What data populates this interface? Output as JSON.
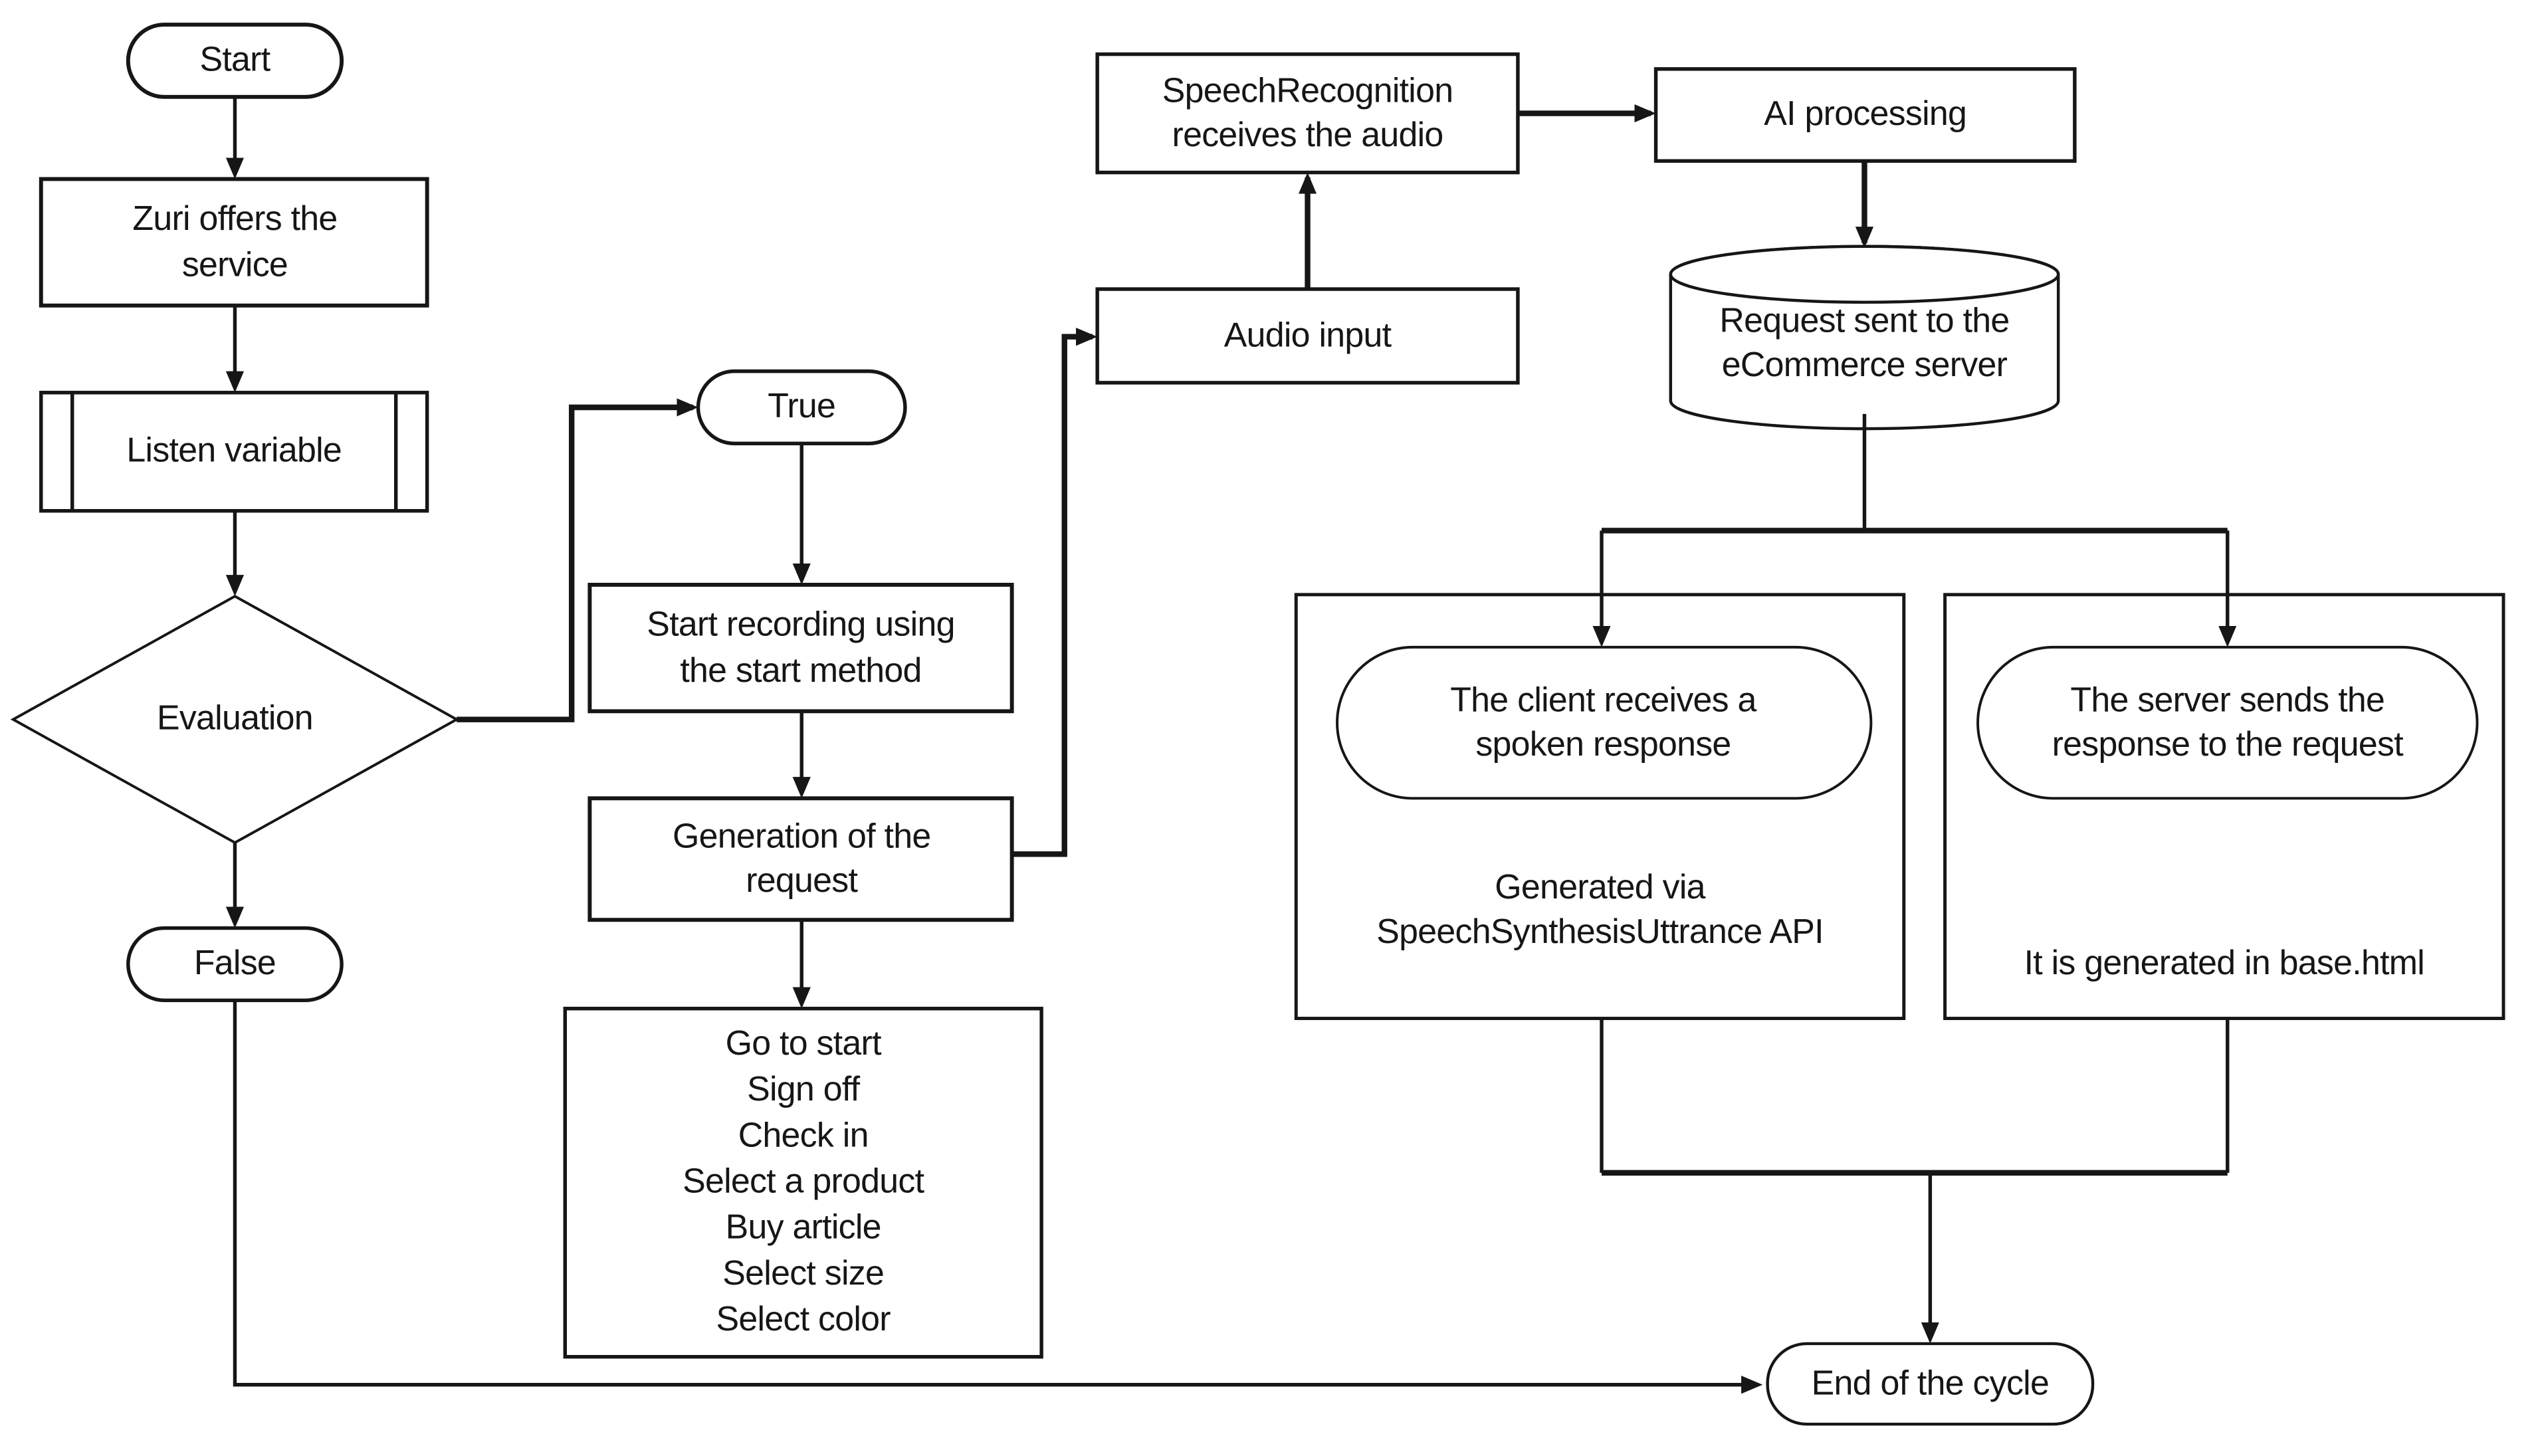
{
  "colors": {
    "line": "#161616",
    "shape_fill": "#ffffff",
    "text": "#161616",
    "background": "#ffffff"
  },
  "nodes": {
    "start": {
      "label": "Start",
      "shape": "terminator"
    },
    "zuri_offers": {
      "label": "Zuri offers the service",
      "shape": "process"
    },
    "listen_variable": {
      "label": "Listen variable",
      "shape": "predefined-process"
    },
    "evaluation": {
      "label": "Evaluation",
      "shape": "decision"
    },
    "false_branch": {
      "label": "False",
      "shape": "terminator"
    },
    "true_branch": {
      "label": "True",
      "shape": "terminator"
    },
    "start_recording": {
      "label": "Start recording using the start method",
      "shape": "process"
    },
    "generation_request": {
      "label": "Generation of the request",
      "shape": "process"
    },
    "command_list": {
      "shape": "process",
      "lines": [
        "Go to start",
        "Sign off",
        "Check in",
        "Select a product",
        "Buy article",
        "Select size",
        "Select color"
      ]
    },
    "audio_input": {
      "label": "Audio input",
      "shape": "process"
    },
    "speech_recognition": {
      "label": "SpeechRecognition receives the audio",
      "shape": "process"
    },
    "ai_processing": {
      "label": "AI processing",
      "shape": "process"
    },
    "request_server": {
      "label": "Request sent to the eCommerce server",
      "shape": "database"
    },
    "client_response": {
      "label": "The client receives a spoken response",
      "caption": "Generated via SpeechSynthesisUttrance API",
      "shape": "group"
    },
    "server_response": {
      "label": "The server sends the response to the request",
      "caption": "It is generated in base.html",
      "shape": "group"
    },
    "end": {
      "label": "End of the cycle",
      "shape": "terminator"
    }
  }
}
